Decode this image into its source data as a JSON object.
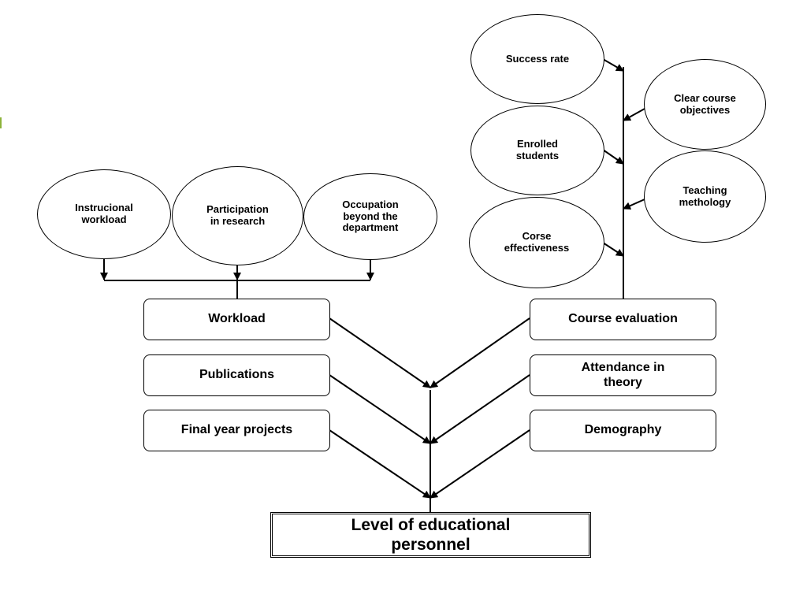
{
  "circles": {
    "instructional_workload": "Instrucional\nworkload",
    "participation_research": "Participation\nin research",
    "occupation_beyond": "Occupation\nbeyond the\ndepartment",
    "success_rate": "Success rate",
    "enrolled_students": "Enrolled\nstudents",
    "corse_effectiveness": "Corse\neffectiveness",
    "clear_course_objectives": "Clear course\nobjectives",
    "teaching_methology": "Teaching\nmethology"
  },
  "boxes": {
    "workload": "Workload",
    "publications": "Publications",
    "final_year_projects": "Final year projects",
    "course_evaluation": "Course evaluation",
    "attendance_theory": "Attendance in\ntheory",
    "demography": "Demography"
  },
  "result": {
    "label": "Level of educational\npersonnel"
  },
  "colors": {
    "line": "#000000",
    "accent": "#8db33a"
  }
}
